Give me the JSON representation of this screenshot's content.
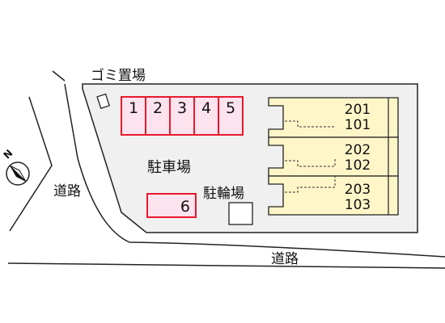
{
  "map": {
    "labels": {
      "trash": "ゴミ置場",
      "parking": "駐車場",
      "bicycle": "駐輪場",
      "road_left": "道路",
      "road_bottom": "道路",
      "compass_north": "N"
    },
    "parking_slots": [
      "1",
      "2",
      "3",
      "4",
      "5",
      "6"
    ],
    "units": [
      {
        "upper": "201",
        "lower": "101"
      },
      {
        "upper": "202",
        "lower": "102"
      },
      {
        "upper": "203",
        "lower": "103"
      }
    ],
    "colors": {
      "slot_border": "#e8192c",
      "slot_fill": "#fde3ee",
      "building_fill": "#fff6c8",
      "lot_fill": "#f0f0f0",
      "road_lines": "#222222"
    }
  }
}
